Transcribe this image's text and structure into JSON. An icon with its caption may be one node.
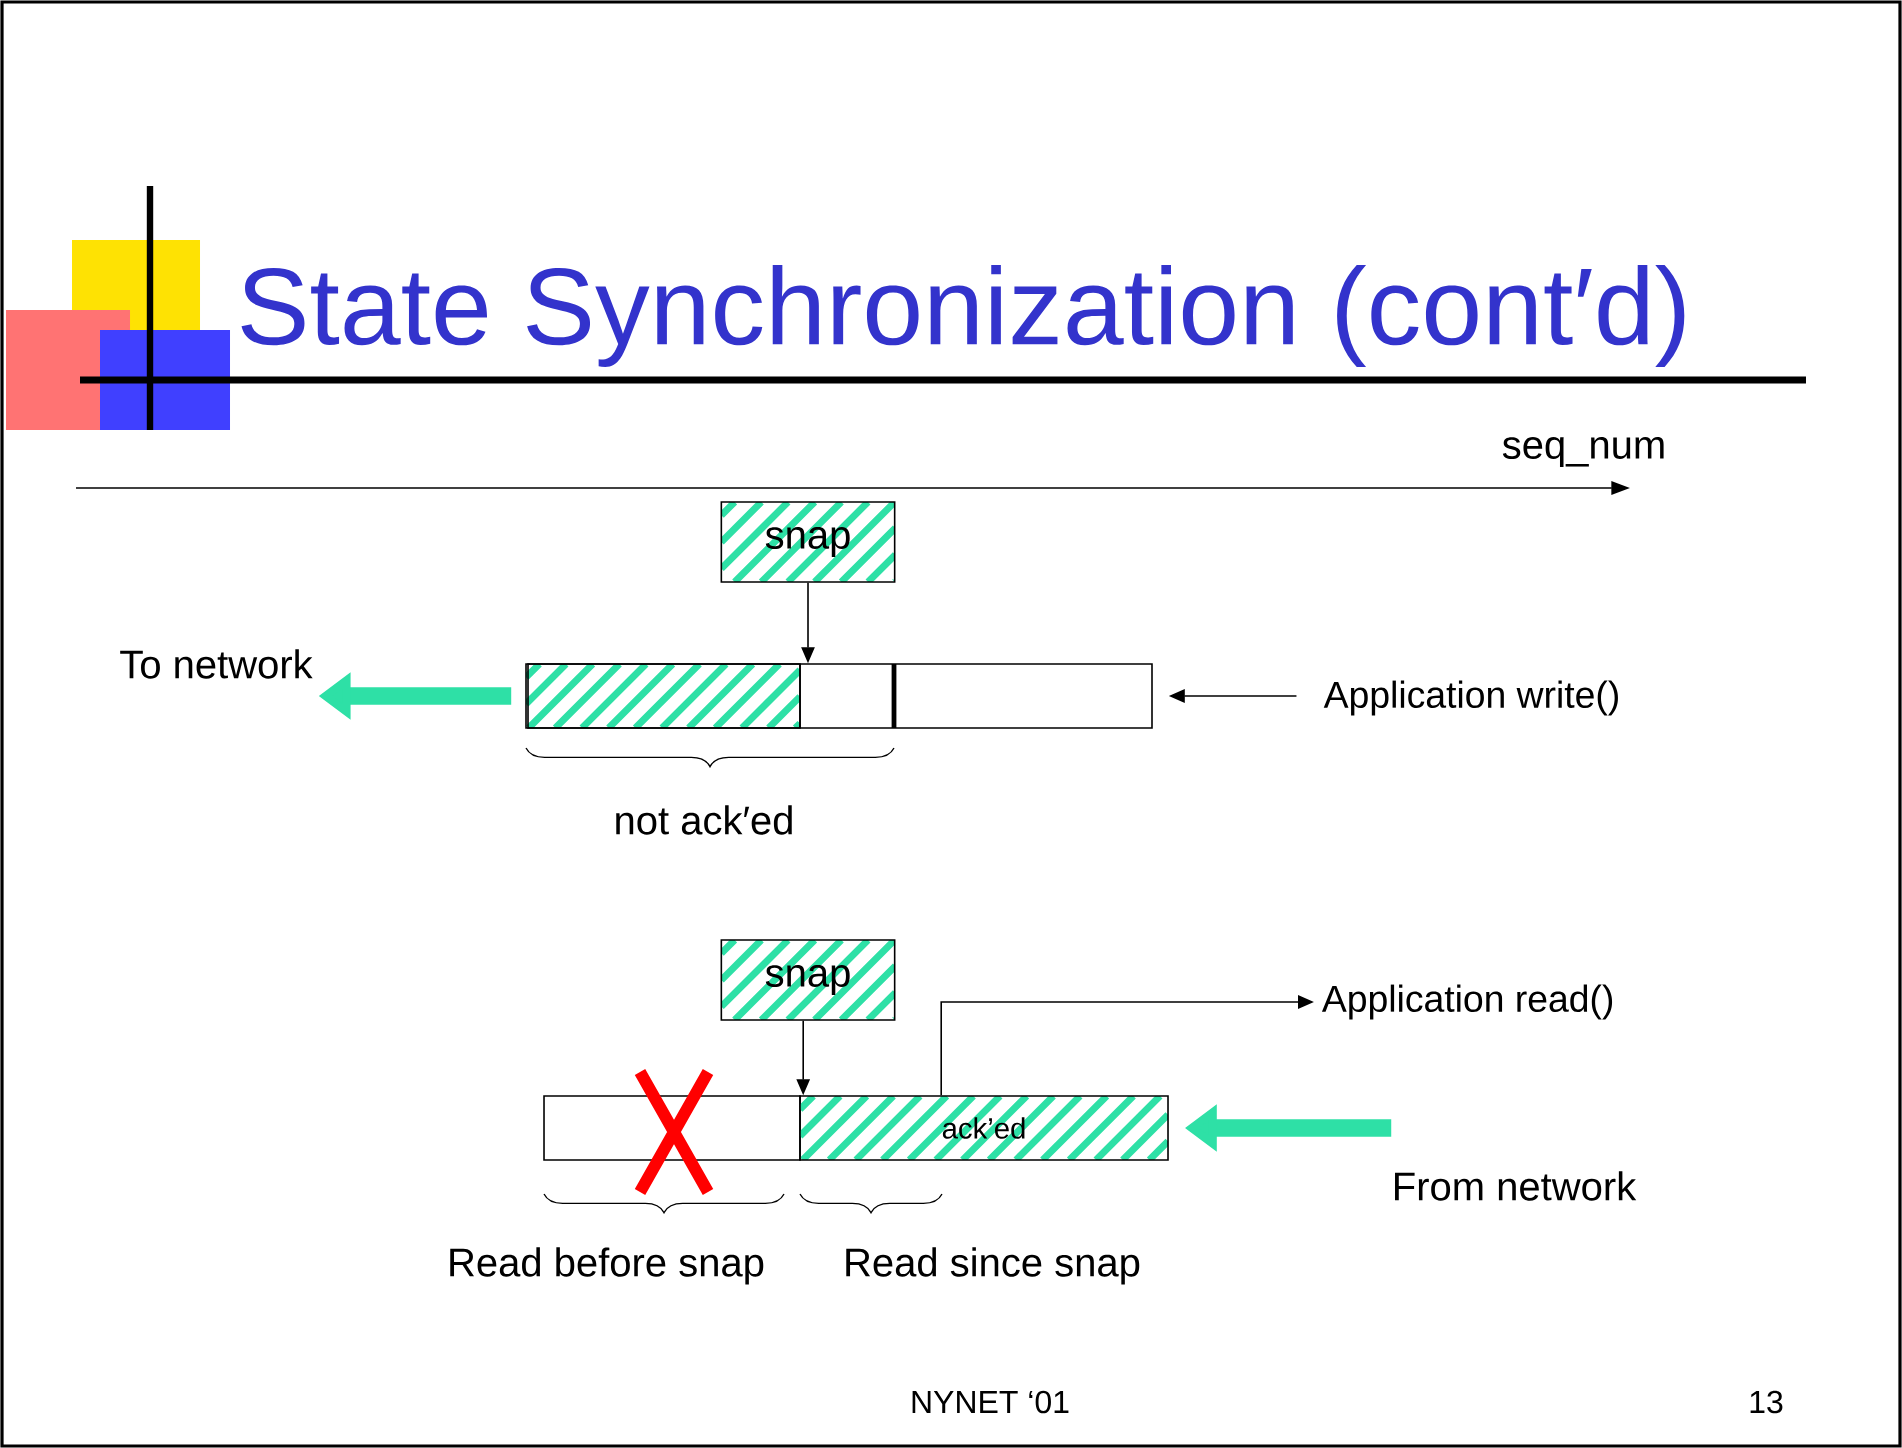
{
  "diagram": {
    "title": "State Synchronization (cont′d)",
    "nodes": [
      {
        "text": [
          "snap"
        ]
      },
      {
        "text": [
          "To network"
        ]
      },
      {
        "text": [],
        "shape": "bar"
      },
      {
        "text": [
          "Application write()"
        ]
      },
      {
        "text": [
          "snap"
        ]
      },
      {
        "text": [
          "Application read()"
        ]
      },
      {
        "text": [],
        "shape": "bar"
      },
      {
        "text": [
          "ack’ed"
        ]
      },
      {
        "text": [
          "From network"
        ]
      }
    ],
    "edges": [
      {
        "from": 0,
        "to": 2,
        "arrow": "to"
      },
      {
        "from": 2,
        "to": 1,
        "arrow": "to",
        "style": "thick",
        "color": "#2ee0a6"
      },
      {
        "from": 3,
        "to": 2,
        "arrow": "to"
      },
      {
        "from": 4,
        "to": 7,
        "arrow": "to"
      },
      {
        "from": 7,
        "to": 5,
        "arrow": "to"
      },
      {
        "from": 8,
        "to": 7,
        "arrow": "to",
        "style": "thick",
        "color": "#2ee0a6"
      }
    ],
    "labels": [
      "seq_num",
      "not ack′ed",
      "Read before snap",
      "Read since snap",
      "NYNET ‘01",
      "13"
    ]
  }
}
